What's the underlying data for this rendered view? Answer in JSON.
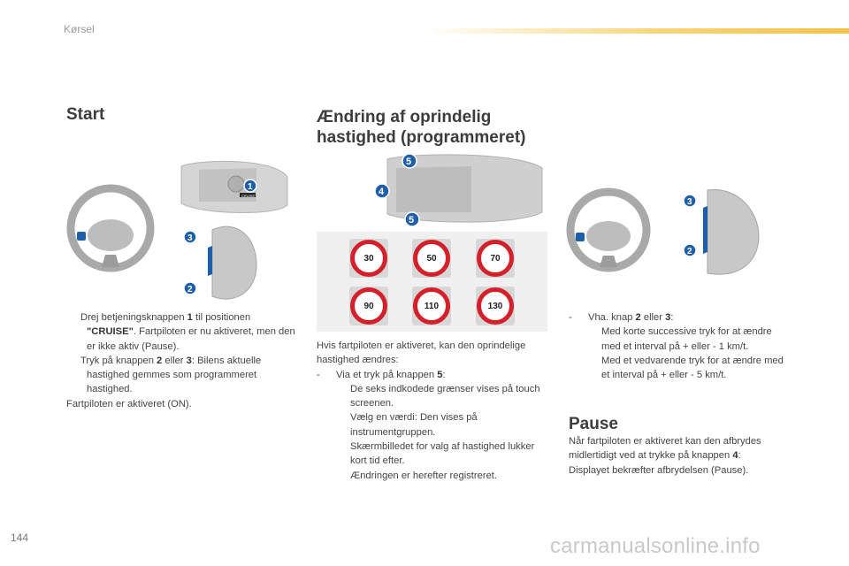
{
  "header": {
    "section_title": "Kørsel"
  },
  "start": {
    "heading": "Start",
    "bullet1_pre": "Drej betjeningsknappen ",
    "bullet1_num": "1",
    "bullet1_mid": " til positionen ",
    "bullet1_cruise": "\"CRUISE\"",
    "bullet1_post": ". Fartpiloten er nu aktiveret, men den er ikke aktiv (Pause).",
    "bullet2_pre": "Tryk på knappen ",
    "bullet2_num_a": "2",
    "bullet2_or": " eller ",
    "bullet2_num_b": "3",
    "bullet2_post": ": Bilens aktuelle hastighed gemmes som programmeret hastighed.",
    "footer": "Fartpiloten er aktiveret (ON)."
  },
  "change": {
    "heading_line1": "Ændring af oprindelig",
    "heading_line2": "hastighed (programmeret)",
    "intro": "Hvis fartpiloten er aktiveret, kan den oprindelige hastighed ændres:",
    "dash1_pre": "Via et tryk på knappen ",
    "dash1_num": "5",
    "dash1_post": ":",
    "sub1": "De seks indkodede grænser vises på touch screenen.",
    "sub2": "Vælg en værdi: Den vises på instrumentgruppen.",
    "sub2_cont1": "Skærmbilledet for valg af hastighed lukker kort tid efter.",
    "sub2_cont2": "Ændringen er herefter registreret.",
    "dash2_pre": "Vha. knap ",
    "dash2_num_a": "2",
    "dash2_or": " eller ",
    "dash2_num_b": "3",
    "dash2_post": ":",
    "sub3": "Med korte successive tryk for at ændre med et interval på + eller - 1 km/t.",
    "sub4": "Med et vedvarende tryk for at ændre med et interval på + eller - 5 km/t.",
    "speed_limits": [
      "30",
      "50",
      "70",
      "90",
      "110",
      "130"
    ]
  },
  "pause": {
    "heading": "Pause",
    "text_pre": "Når fartpiloten er aktiveret kan den afbrydes midlertidigt ved at trykke på knappen ",
    "text_num": "4",
    "text_post": ":",
    "text2": "Displayet bekræfter afbrydelsen (Pause)."
  },
  "callouts": {
    "c1": "1",
    "c2": "2",
    "c3": "3",
    "c4": "4",
    "c5": "5",
    "cruise_mark": "CRUISE"
  },
  "page_number": "144",
  "watermark": "carmanualsonline.info",
  "bullet_glyph": "",
  "colors": {
    "callout_blue": "#1f5fa8",
    "sign_red": "#d3202a",
    "header_yellow": "#f4c24a"
  }
}
